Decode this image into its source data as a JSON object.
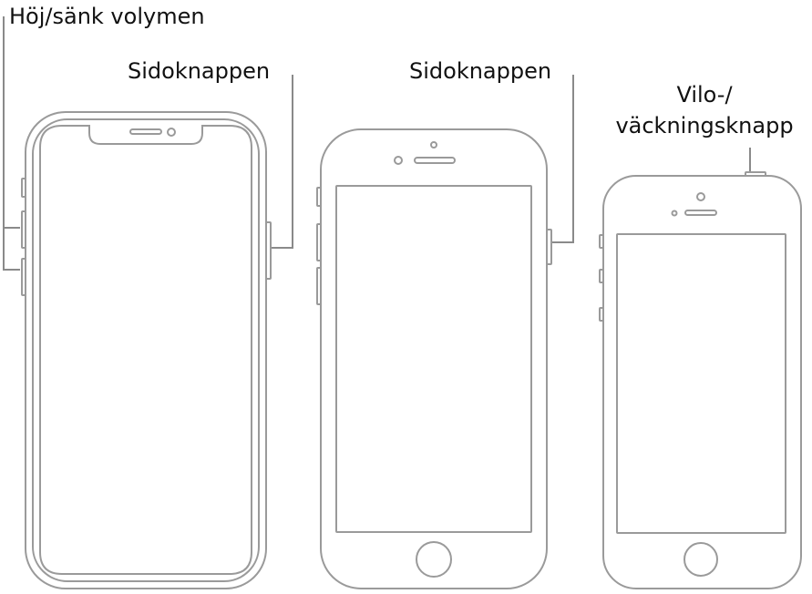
{
  "labels": {
    "volume": "Höj/sänk volymen",
    "side_button_1": "Sidoknappen",
    "side_button_2": "Sidoknappen",
    "sleep_wake_line1": "Vilo-/",
    "sleep_wake_line2": "väckningsknapp"
  },
  "colors": {
    "outline": "#9a9a9a",
    "callout_line": "#8a8a8a",
    "text": "#111111",
    "background": "#ffffff"
  },
  "devices": [
    "phone-face-id",
    "phone-home-button",
    "phone-small-home-button"
  ]
}
